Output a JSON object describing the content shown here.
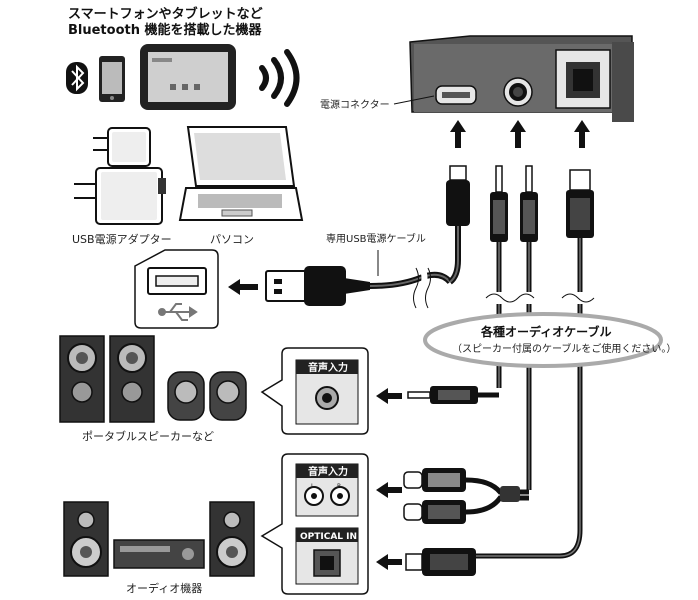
{
  "header": {
    "line1": "スマートフォンやタブレットなど",
    "line2": "Bluetooth 機能を搭載した機器"
  },
  "labels": {
    "power_connector": "電源コネクター",
    "usb_adapter": "USB電源アダプター",
    "pc": "パソコン",
    "usb_cable": "専用USB電源ケーブル",
    "audio_cables": "各種オーディオケーブル",
    "audio_cables_note": "（スピーカー付属のケーブルをご使用ください。）",
    "portable_speakers": "ポータブルスピーカーなど",
    "audio_equipment": "オーディオ機器",
    "audio_input": "音声入力",
    "audio_input_rca": "音声入力",
    "optical_in": "OPTICAL IN",
    "rca_left": "L",
    "rca_right": "R",
    "usb_symbol": "USB"
  },
  "icons": [
    "bluetooth-icon",
    "smartphone-icon",
    "tablet-icon",
    "wireless-signal-icon",
    "usb-symbol-icon"
  ],
  "colors": {
    "ink": "#111111",
    "panel": "#e6e6e6",
    "red_jack": "#9a9a9a"
  }
}
